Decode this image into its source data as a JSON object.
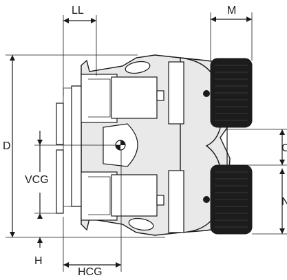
{
  "diagram": {
    "labels": {
      "LL": "LL",
      "M": "M",
      "D": "D",
      "C": "C",
      "VCG": "VCG",
      "N": "N",
      "H": "H",
      "HCG": "HCG"
    },
    "colors": {
      "line": "#1a1a1a",
      "body": "#e9e9e9",
      "tread": "#1c1c1c",
      "background": "#ffffff"
    }
  }
}
